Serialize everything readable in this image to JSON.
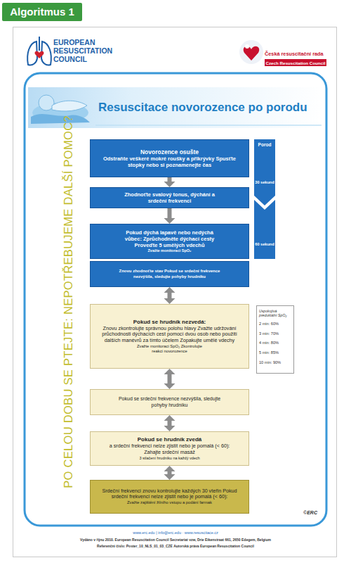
{
  "diagram": {
    "title": "Resuscitace novorozence po porodu",
    "nodes": [
      {
        "text": [
          "Novorozence osušte",
          "Odstraňte veškeré mokré roušky a přikrývky Spusťte stopky nebo si poznamenejte čas"
        ]
      },
      {
        "text": [
          "Zhodnoťte svalový tonus, dýchání a srdeční frekvenci"
        ]
      },
      {
        "text": [
          "Pokud dýchá lapavě nebo nedýchá vůbec: Zprůchodněte dýchací cesty Proveďte 5 umělých vdechů",
          "Zvažte monitoraci SpO₂"
        ]
      },
      {
        "text": [
          "Znovu zhodnoťte stav Pokud se srdeční frekvence nezvýšila, sledujte pohyby hrudníku"
        ]
      },
      {
        "text": [
          "Pokud se hrudník nezvedá:",
          "Znovu zkontrolujte správnou polohu hlavy Zvažte udržování průchodnosti dýchacích cest pomocí dvou osob nebo použití dalších manévrů za tímto účelem Zopakujte umělé vdechy",
          "Zvažte monitoraci SpO₂ Zkontrolujte reakci novorozence"
        ]
      },
      {
        "text": [
          "Pokud se srdeční frekvence nezvýšila, sledujte pohyby hrudníku"
        ]
      },
      {
        "text": [
          "Pokud se hrudník zvedá",
          "a srdeční frekvenci nelze zjistit nebo je pomalá (< 60): Zahajte srdeční masáž",
          "3 stlačení hrudníku na každý vdech"
        ]
      },
      {
        "text": [
          "Srdeční frekvenci znovu kontrolujte každých 30 vteřin Pokud srdeční frekvenci nelze zjistit nebo je pomalá (< 60):",
          "Zvažte zajištění žilního vstupu a podání farmak"
        ]
      },
      {
        "text": [
          "Uspokojivá preduktální SpO₂",
          "2 min: 60%",
          "3 min: 70%",
          "4 min: 80%",
          "5 min: 85%",
          "10 min: 90%"
        ]
      },
      {
        "text": [
          "Porod",
          "30 sekund",
          "60 sekund"
        ]
      }
    ],
    "edges": [
      {
        "from": 0,
        "to": 1,
        "arrow": "to"
      },
      {
        "from": 1,
        "to": 2,
        "arrow": "to"
      },
      {
        "from": 3,
        "to": 4,
        "arrow": "both"
      },
      {
        "from": 4,
        "to": 5,
        "arrow": "both"
      },
      {
        "from": 5,
        "to": 6,
        "arrow": "both"
      },
      {
        "from": 6,
        "to": 7,
        "arrow": "both"
      }
    ],
    "labels": [
      "Algoritmus 1",
      "EUROPEAN RESUSCITATION COUNCIL",
      "Česká resuscitační rada",
      "Czech Resuscitation Council",
      "PO CELOU DOBU SE PTEJTE: NEPOTŘEBUJEME DALŠÍ POMOC?",
      "©ERC",
      "www.erc.edu | info@erc.edu · www.resuscitace.cz",
      "Vydáno v říjnu 2010. European Resuscitation Council Secretariat vzw, Drie Eikenstraat 661, 2650 Edegem, Belgium",
      "Referenční číslo: Poster_10_NLS_01_03_CZE Autorská práva European Resuscitation Council"
    ]
  }
}
